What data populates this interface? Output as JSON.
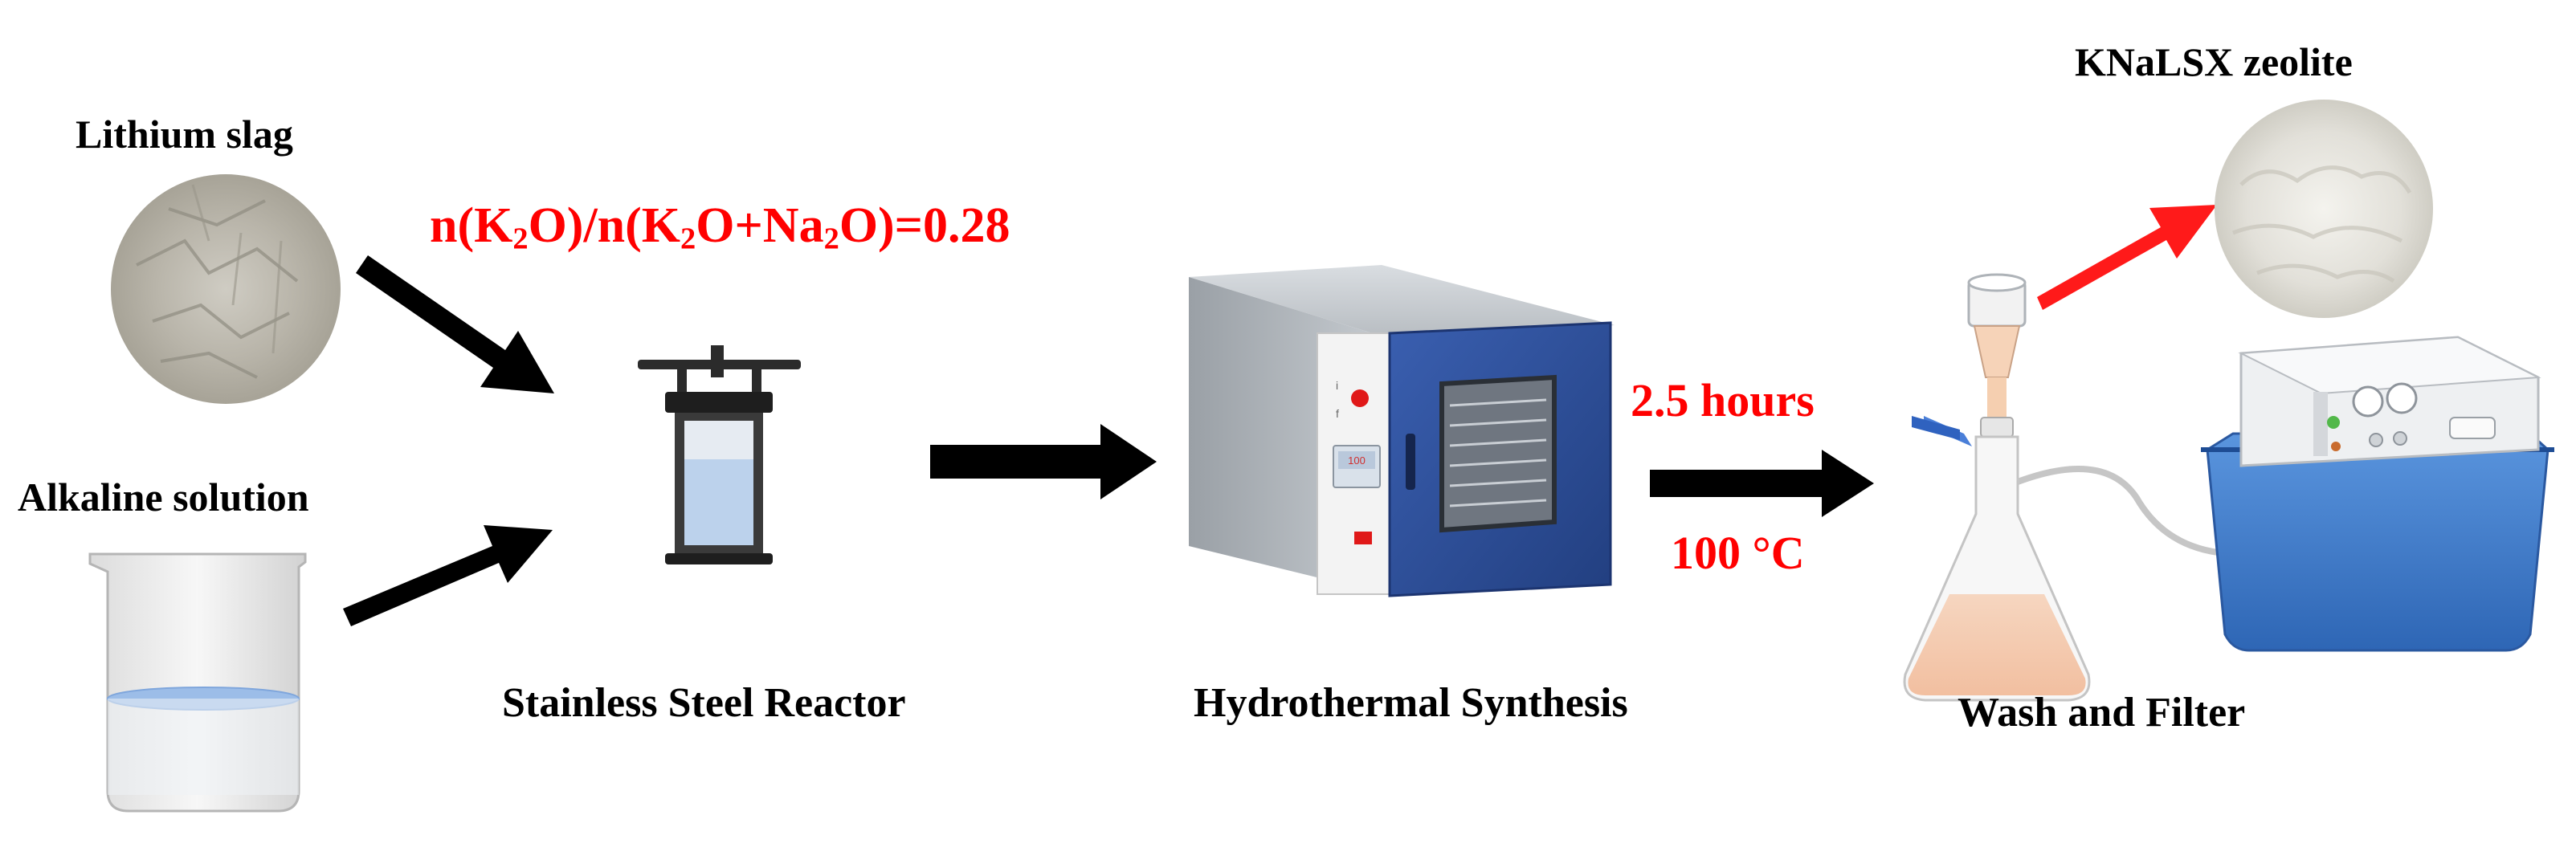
{
  "labels": {
    "lithium_slag": "Lithium slag",
    "alkaline_solution": "Alkaline solution",
    "ratio_prefix": "n(K",
    "ratio_sub1": "2",
    "ratio_mid1": "O)/n(K",
    "ratio_sub2": "2",
    "ratio_mid2": "O+Na",
    "ratio_sub3": "2",
    "ratio_suffix": "O)=0.28",
    "reactor": "Stainless Steel Reactor",
    "hydrothermal": "Hydrothermal Synthesis",
    "time": "2.5 hours",
    "temperature": "100 °C",
    "product": "KNaLSX zeolite",
    "wash_filter": "Wash and Filter",
    "oven_display": "100"
  },
  "colors": {
    "text": "#000000",
    "highlight": "#ff0000",
    "arrow": "#000000",
    "product_arrow": "#ff1a1a",
    "oven_door": "#2f4f9a",
    "pump_body": "#3f7fd0"
  }
}
